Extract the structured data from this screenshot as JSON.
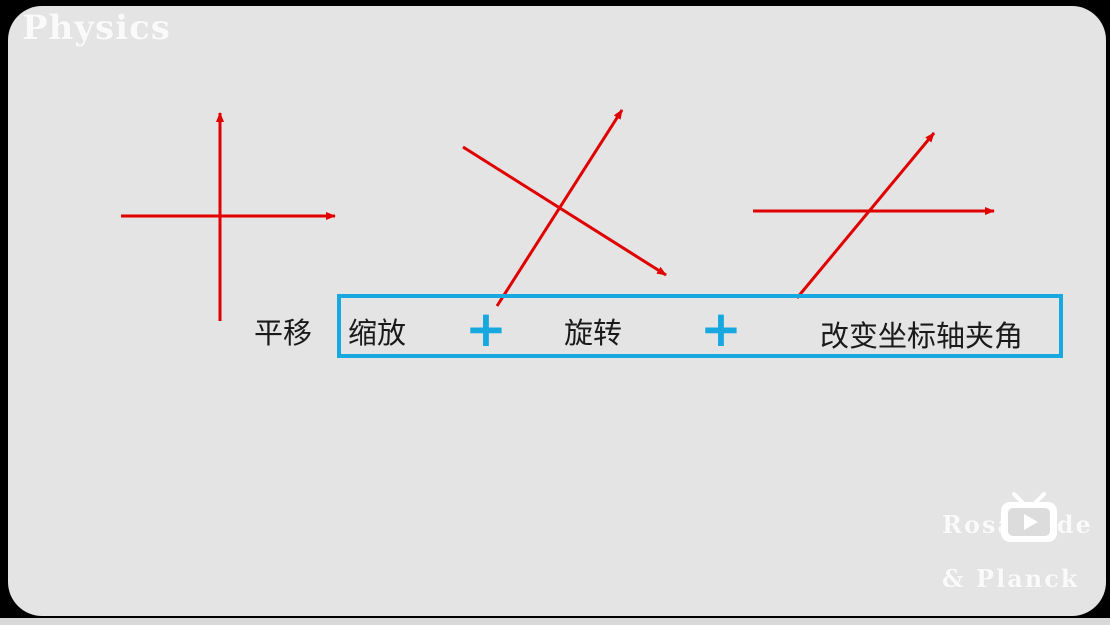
{
  "watermarks": {
    "title": "Physics",
    "line1": "Rosalinde",
    "line2": "&  Planck"
  },
  "labels": {
    "translate": "平移",
    "scale": "缩放",
    "rotate": "旋转",
    "skew": "改变坐标轴夹角",
    "plus": "+"
  },
  "colors": {
    "axis": "#e00000",
    "box": "#18a8e0",
    "background": "#e4e4e4"
  },
  "icons": {
    "play": "play-badge-icon"
  }
}
